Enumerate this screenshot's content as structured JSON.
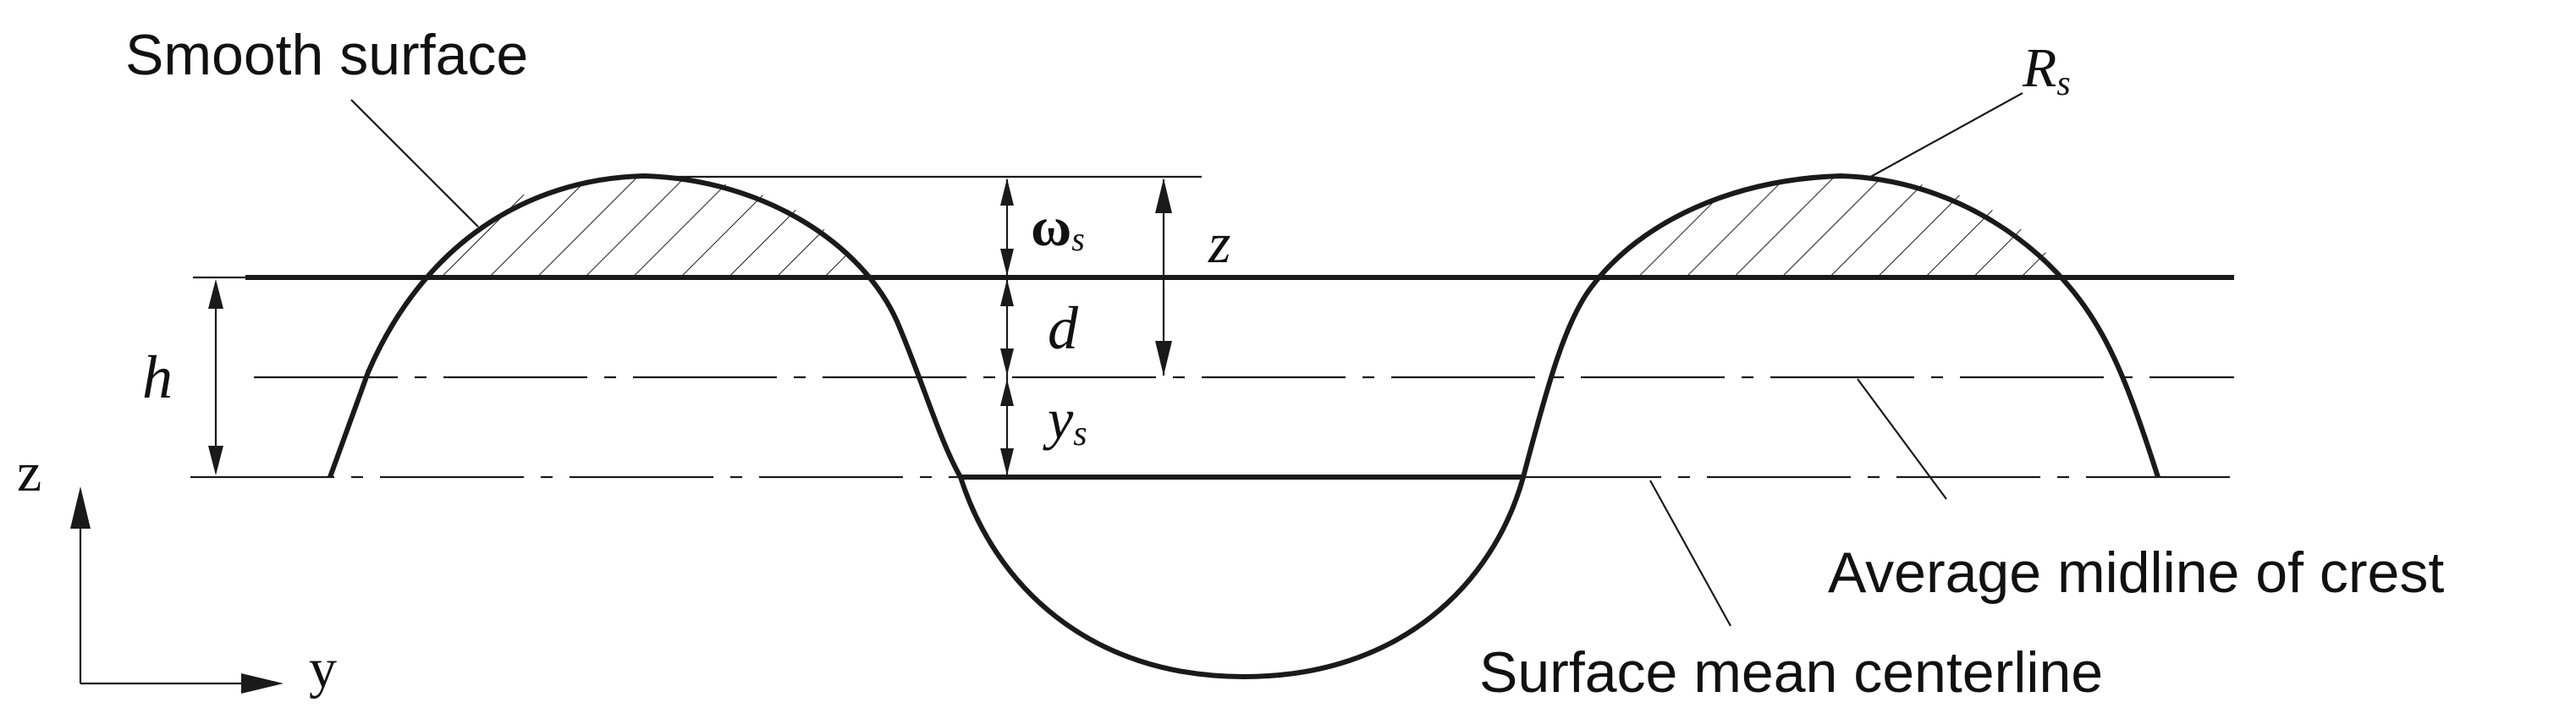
{
  "labels": {
    "smooth_surface": "Smooth surface",
    "rs_main": "R",
    "rs_sub": "s",
    "omega_main": "ω",
    "omega_sub": "s",
    "z_dim": "z",
    "d_dim": "d",
    "ys_main": "y",
    "ys_sub": "s",
    "h_dim": "h",
    "average_midline": "Average midline of crest",
    "surface_centerline": "Surface mean centerline",
    "axis_z": "z",
    "axis_y": "y"
  },
  "colors": {
    "ink": "#1a1a1a",
    "background": "#ffffff"
  }
}
